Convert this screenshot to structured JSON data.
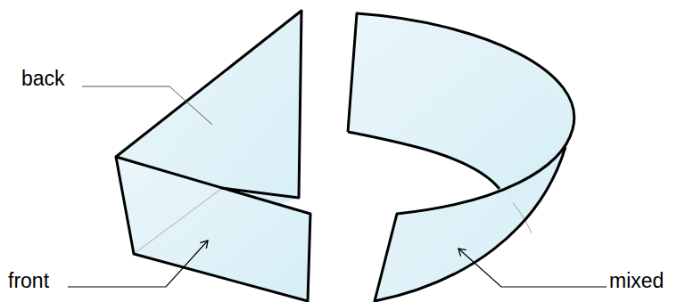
{
  "diagram": {
    "labels": [
      "back",
      "front",
      "mixed"
    ]
  }
}
